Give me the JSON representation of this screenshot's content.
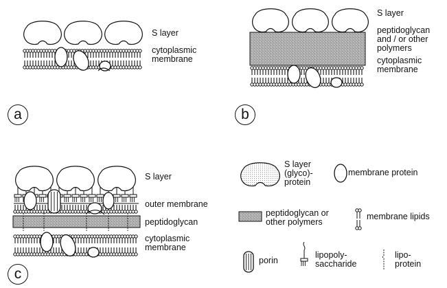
{
  "panels": {
    "a": {
      "letter": "a",
      "labels": {
        "s_layer": "S layer",
        "cytoplasmic_membrane": "cytoplasmic\nmembrane"
      }
    },
    "b": {
      "letter": "b",
      "labels": {
        "s_layer": "S layer",
        "peptidoglycan": "peptidoglycan\nand / or other\npolymers",
        "cytoplasmic_membrane": "cytoplasmic\nmembrane"
      }
    },
    "c": {
      "letter": "c",
      "labels": {
        "s_layer": "S layer",
        "outer_membrane": "outer membrane",
        "peptidoglycan": "peptidoglycan",
        "cytoplasmic_membrane": "cytoplasmic\nmembrane"
      }
    }
  },
  "legend": {
    "s_layer_protein": "S layer\n(glyco)-\nprotein",
    "membrane_protein": "membrane protein",
    "peptidoglycan": "peptidoglycan or\nother polymers",
    "membrane_lipids": "membrane lipids",
    "porin": "porin",
    "lipopolysaccharide": "lipopoly-\nsaccharide",
    "lipoprotein": "lipo-\nprotein"
  },
  "colors": {
    "line": "#111111",
    "s_layer_fill": "#ffffff",
    "peptidoglycan_fill": "#a8a8a8",
    "stipple": "#cfcfcf"
  }
}
